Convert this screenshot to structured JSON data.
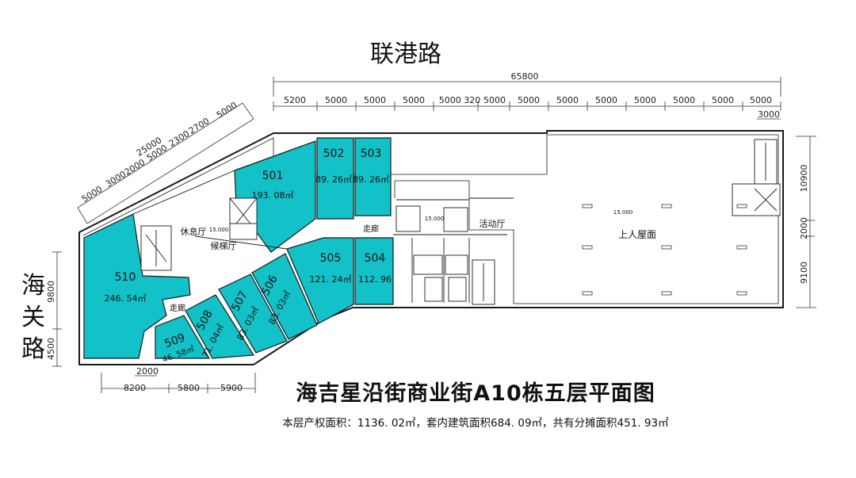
{
  "streets": {
    "north": "联港路",
    "west": [
      "海",
      "关",
      "路"
    ]
  },
  "dimensions": {
    "overall_top": "65800",
    "top_segments": [
      "5200",
      "5000",
      "5000",
      "5000",
      "5000 320",
      "5000",
      "5000",
      "5000",
      "5000",
      "5000",
      "5000",
      "5000",
      "5000"
    ],
    "top_right_small": "3000",
    "diagonal_overall": "25000",
    "diagonal_segments": [
      "5000",
      "3000",
      "2000",
      "5000",
      "2300",
      "2700",
      "5000"
    ],
    "left_vertical": [
      "9800",
      "4500"
    ],
    "right_vertical": [
      "10900",
      "2000",
      "9100"
    ],
    "bottom_segments": [
      "8200",
      "5800",
      "5900"
    ],
    "bottom_small": "2000"
  },
  "units": [
    {
      "id": "501",
      "area": "193. 08㎡"
    },
    {
      "id": "502",
      "area": "89. 26㎡"
    },
    {
      "id": "503",
      "area": "89. 26㎡"
    },
    {
      "id": "504",
      "area": "112. 96"
    },
    {
      "id": "505",
      "area": "121. 24㎡"
    },
    {
      "id": "506",
      "area": "83. 03㎡"
    },
    {
      "id": "507",
      "area": "83. 03㎡"
    },
    {
      "id": "508",
      "area": "71. 04㎡"
    },
    {
      "id": "509",
      "area": "46. 58㎡"
    },
    {
      "id": "510",
      "area": "246. 54㎡"
    }
  ],
  "room_labels": {
    "lounge": "休息厅",
    "elevator_hall": "候梯厅",
    "corridor_east": "走廊",
    "corridor_west": "走廊",
    "activity": "活动厅",
    "roof": "上人屋面",
    "level_1": "15.000",
    "level_2": "15.000",
    "level_3": "15.000"
  },
  "title": "海吉星沿街商业街A10栋五层平面图",
  "summary": "本层产权面积：1136. 02㎡，套内建筑面积684. 09㎡，共有分摊面积451. 93㎡",
  "colors": {
    "unit_fill": "#12c2c8",
    "line": "#1a1a1a",
    "dim_line": "#333333"
  }
}
